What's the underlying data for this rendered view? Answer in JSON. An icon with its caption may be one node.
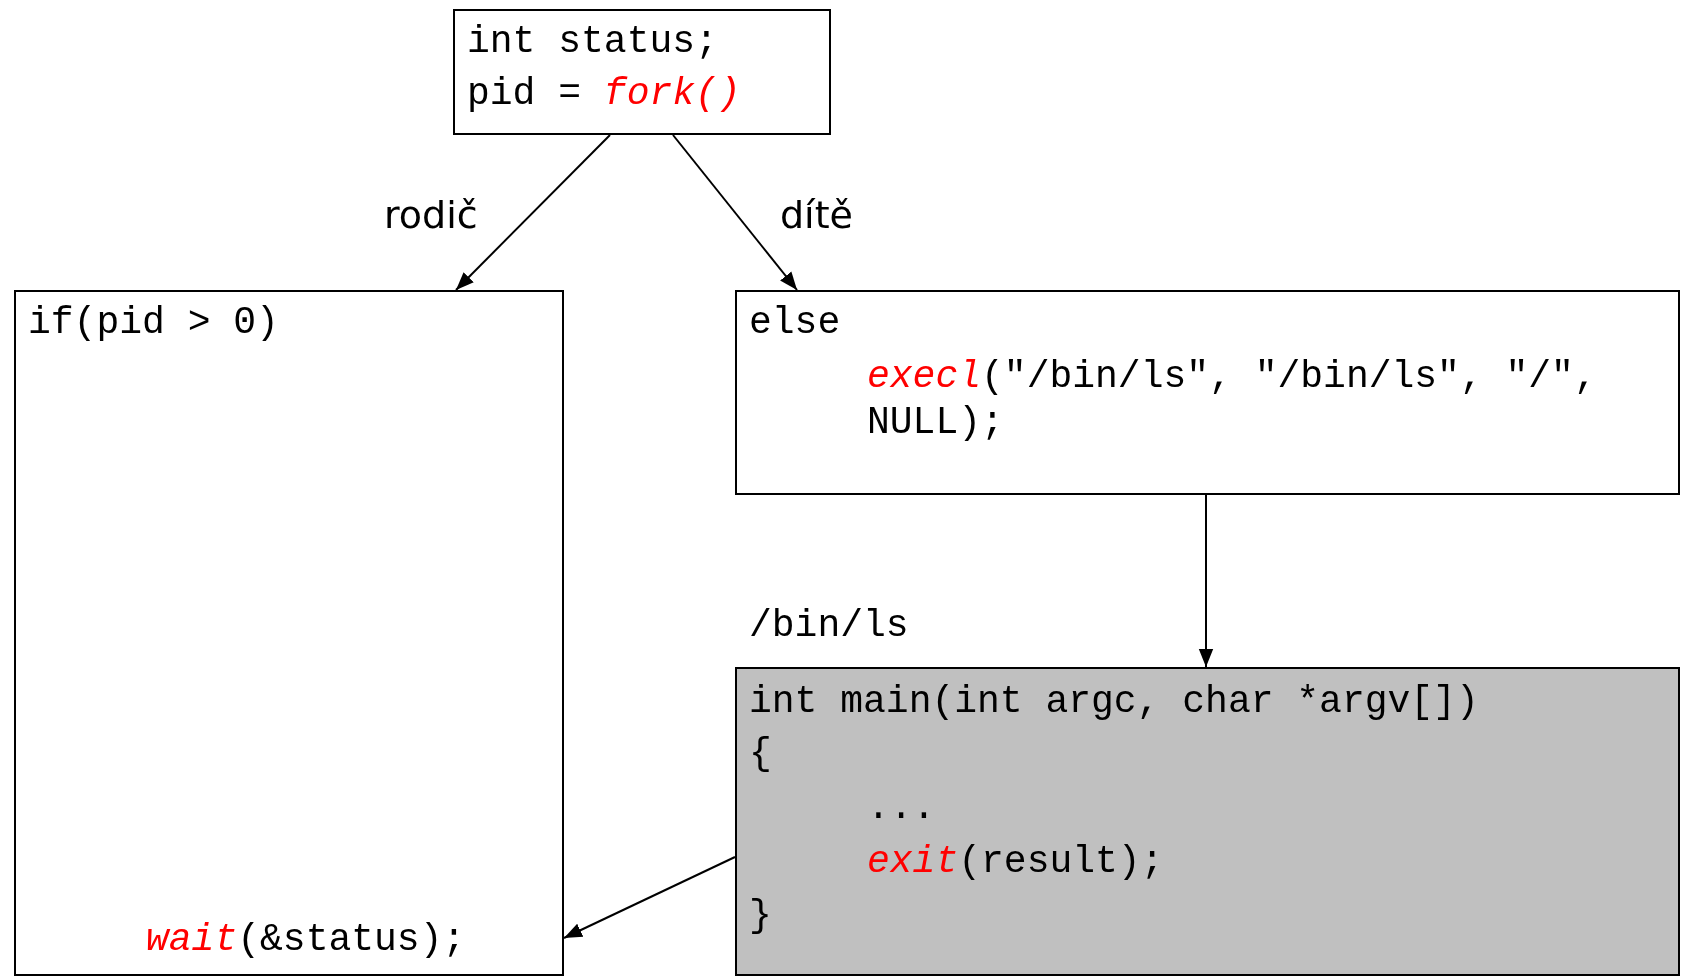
{
  "diagram": {
    "nodes": [
      {
        "text": [
          "int status;",
          "pid = *fork()*"
        ]
      },
      {
        "text": [
          "if(pid > 0)",
          "*wait*(&status);"
        ]
      },
      {
        "text": [
          "else",
          "*execl*(\"/bin/ls\", \"/bin/ls\", \"/\", NULL);"
        ]
      },
      {
        "text": [
          "/bin/ls",
          "int main(int argc, char *argv[])",
          "{",
          "...",
          "*exit*(result);",
          "}"
        ]
      }
    ],
    "edges": [
      {
        "from": 0,
        "to": 1,
        "arrow": "to",
        "label": "rodič"
      },
      {
        "from": 0,
        "to": 2,
        "arrow": "to",
        "label": "dítě"
      },
      {
        "from": 2,
        "to": 3,
        "arrow": "to"
      },
      {
        "from": 3,
        "to": 1,
        "arrow": "to"
      }
    ]
  }
}
